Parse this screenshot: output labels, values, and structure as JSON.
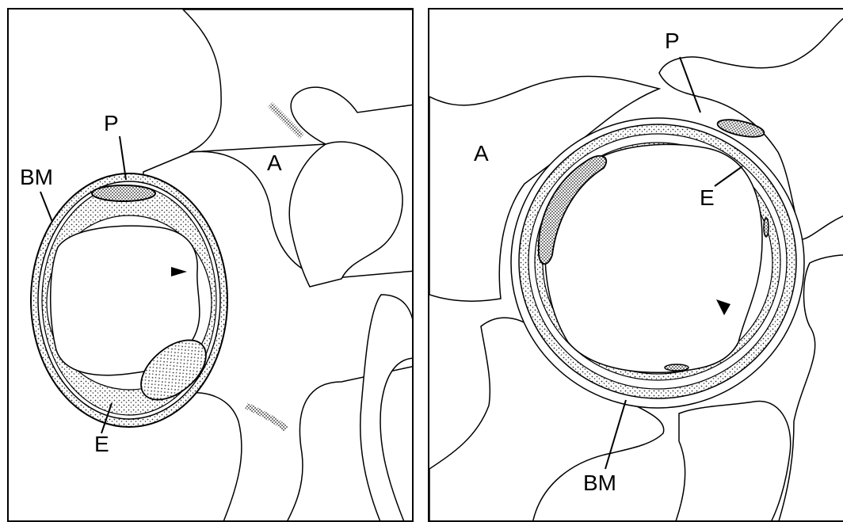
{
  "panels": [
    {
      "id": "left",
      "labels": {
        "P": "P",
        "BM": "BM",
        "A": "A",
        "E": "E"
      }
    },
    {
      "id": "right",
      "labels": {
        "P": "P",
        "A": "A",
        "E": "E",
        "BM": "BM"
      }
    }
  ],
  "colors": {
    "line": "#000000",
    "stipple": "#555555",
    "background": "#ffffff"
  }
}
